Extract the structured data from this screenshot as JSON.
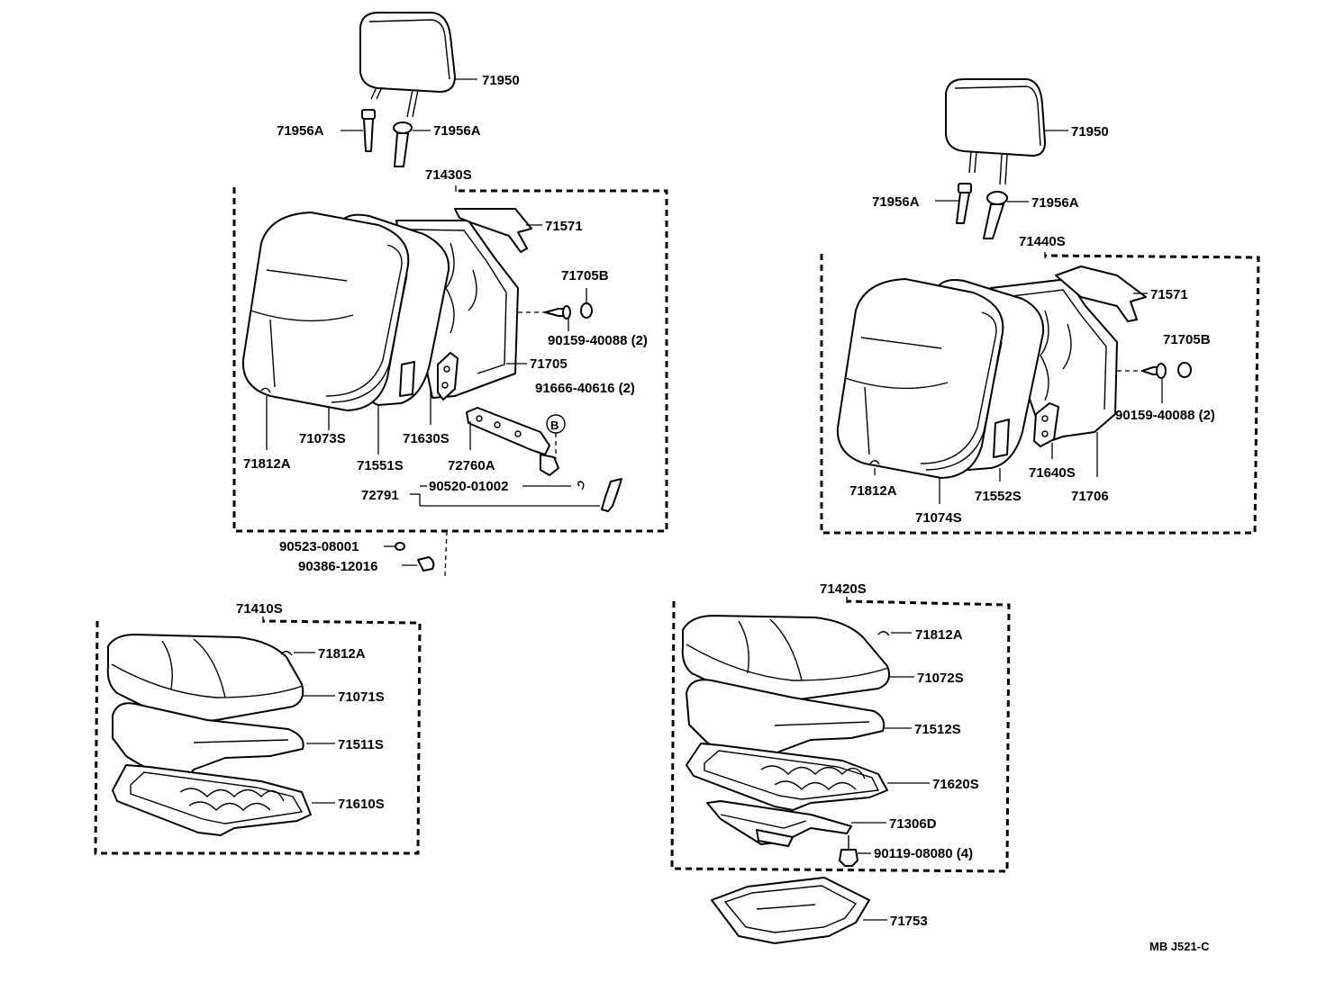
{
  "diagram_code": "MB J521-C",
  "labels": {
    "hr1": "71950",
    "hg1a": "71956A",
    "hg1b": "71956A",
    "back1": "71430S",
    "plate1": "71571",
    "b1_71705b": "71705B",
    "b1_screw": "90159-40088 (2)",
    "b1_71705": "71705",
    "b1_91666": "91666-40616 (2)",
    "b1_circle": "B",
    "b1_71073s": "71073S",
    "b1_71812a": "71812A",
    "b1_71551s": "71551S",
    "b1_71630s": "71630S",
    "b1_72760a": "72760A",
    "b1_72791": "72791",
    "b1_90520": "90520-01002",
    "b1_90523": "90523-08001",
    "b1_90386": "90386-12016",
    "hr2": "71950",
    "hg2a": "71956A",
    "hg2b": "71956A",
    "back2": "71440S",
    "plate2": "71571",
    "b2_71705b": "71705B",
    "b2_screw": "90159-40088 (2)",
    "b2_71812a": "71812A",
    "b2_71074s": "71074S",
    "b2_71552s": "71552S",
    "b2_71640s": "71640S",
    "b2_71706": "71706",
    "cush1": "71410S",
    "c1_71812a": "71812A",
    "c1_71071s": "71071S",
    "c1_71511s": "71511S",
    "c1_71610s": "71610S",
    "cush2": "71420S",
    "c2_71812a": "71812A",
    "c2_71072s": "71072S",
    "c2_71512s": "71512S",
    "c2_71620s": "71620S",
    "c2_71306d": "71306D",
    "c2_bolt": "90119-08080 (4)",
    "tray": "71753"
  }
}
